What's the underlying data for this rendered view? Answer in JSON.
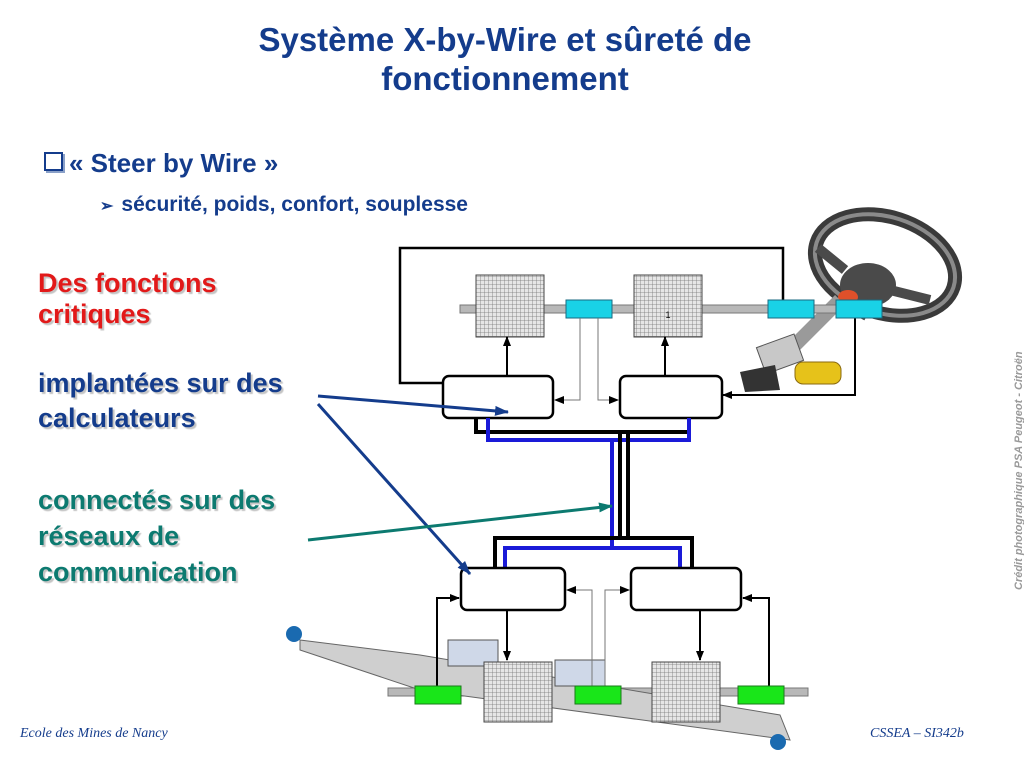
{
  "title": "Système X-by-Wire et sûreté de fonctionnement",
  "bullet1": "« Steer by Wire »",
  "bullet2": "sécurité, poids, confort, souplesse",
  "text_red": "Des fonctions critiques",
  "text_blue": "implantées sur des calculateurs",
  "text_teal": "connectés sur des réseaux de communication",
  "footer_left": "Ecole des Mines de Nancy",
  "footer_right": "CSSEA – SI342b",
  "credit": "Crédit photographique PSA Peugeot - Citroën",
  "sensor_label": "1",
  "colors": {
    "title": "#143c8c",
    "red": "#e21919",
    "teal": "#0c7a70",
    "bus": "#1a1ad8",
    "cyan": "#19d2e6",
    "green": "#19e619"
  }
}
